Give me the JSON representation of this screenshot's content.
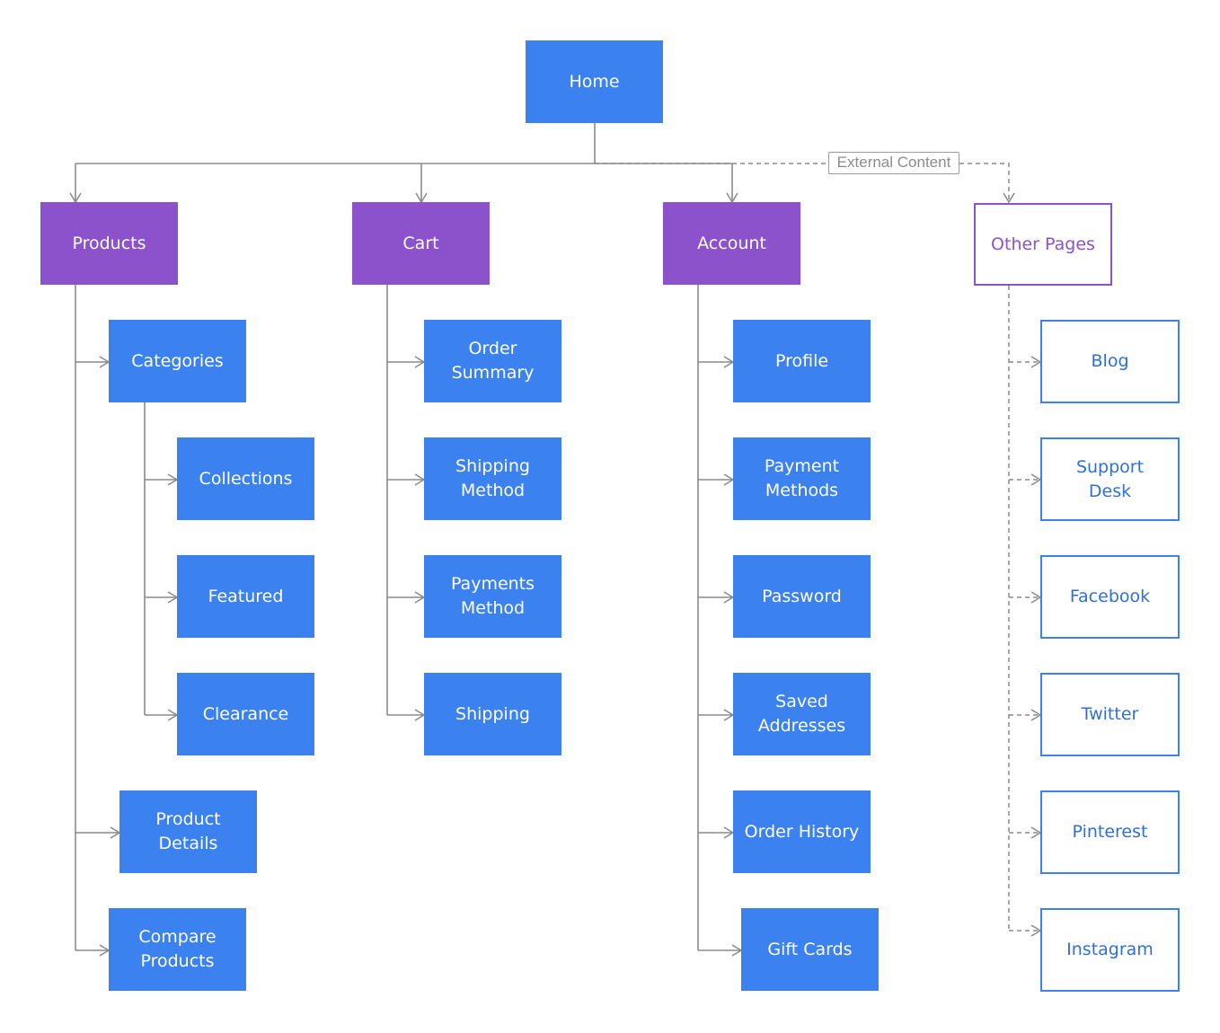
{
  "root": "Home",
  "sections": {
    "products": "Products",
    "cart": "Cart",
    "account": "Account",
    "other": "Other Pages"
  },
  "external_label": "External Content",
  "products": {
    "categories": "Categories",
    "collections": "Collections",
    "featured": "Featured",
    "clearance": "Clearance",
    "product_details": "Product\nDetails",
    "compare_products": "Compare\nProducts"
  },
  "cart": {
    "order_summary": "Order\nSummary",
    "shipping_method": "Shipping\nMethod",
    "payments_method": "Payments\nMethod",
    "shipping": "Shipping"
  },
  "account": {
    "profile": "Profile",
    "payment_methods": "Payment\nMethods",
    "password": "Password",
    "saved_addresses": "Saved\nAddresses",
    "order_history": "Order History",
    "gift_cards": "Gift Cards"
  },
  "other": {
    "blog": "Blog",
    "support_desk": "Support\nDesk",
    "facebook": "Facebook",
    "twitter": "Twitter",
    "pinterest": "Pinterest",
    "instagram": "Instagram"
  },
  "colors": {
    "page_node": "#3b82f0",
    "section_node": "#8c52cc",
    "connector": "#8a8a8a"
  }
}
